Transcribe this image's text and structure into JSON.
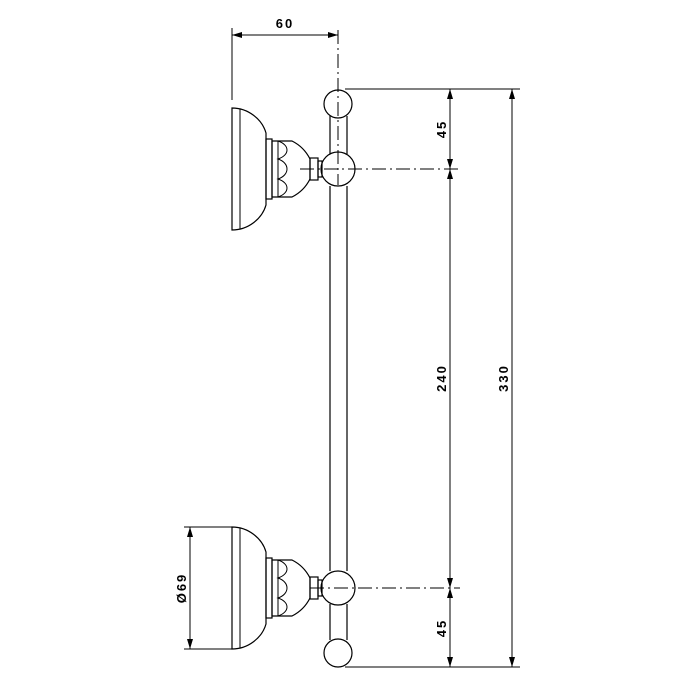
{
  "drawing": {
    "dimensions": {
      "depth": "60",
      "top_offset": "45",
      "center_distance": "240",
      "total_length": "330",
      "bottom_offset": "45",
      "plate_diameter": "Ø69"
    }
  }
}
